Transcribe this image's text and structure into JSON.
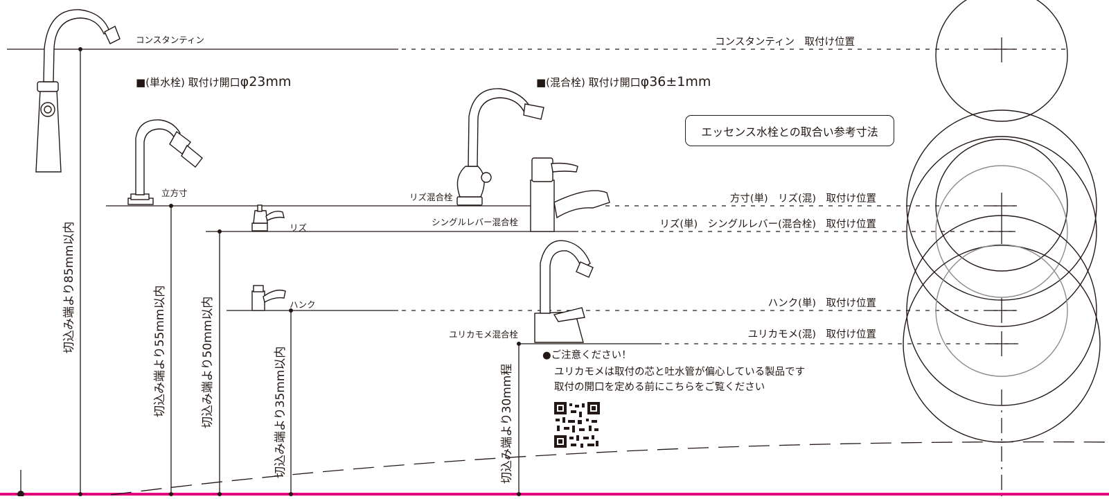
{
  "diagram": {
    "ref_title": "エッセンス水栓との取合い参考寸法",
    "single_header": "■(単水栓) 取付け開口",
    "single_size": "φ23mm",
    "mixer_header": "■(混合栓) 取付け開口",
    "mixer_size": "φ36±1mm",
    "faucets": {
      "constantin": "コンスタンティン",
      "tatehousun": "立方寸",
      "riz": "リズ",
      "hank": "ハンク",
      "riz_mixer": "リズ混合栓",
      "single_lever": "シングルレバー混合栓",
      "yurikamome_mixer": "ユリカモメ混合栓"
    },
    "positions": {
      "constantin": "コンスタンティン　取付け位置",
      "houshun_riz": "方寸(単)　リズ(混)　取付け位置",
      "riz_single": "リズ(単)　シングルレバー(混合栓)　取付け位置",
      "hank": "ハンク(単)　取付け位置",
      "yurikamome": "ユリカモメ(混)　取付け位置"
    },
    "dimensions": {
      "d85": "切込み端より85mm以内",
      "d55": "切込み端より55mm以内",
      "d50": "切込み端より50mm以内",
      "d35": "切込み端より35mm以内",
      "d30": "切込み端より30mm程"
    },
    "notice": {
      "title": "●ご注意ください！",
      "line1": "ユリカモメは取付の芯と吐水管が偏心している製品です",
      "line2": "取付の開口を定める前にこちらをご覧ください"
    },
    "colors": {
      "line": "#231815",
      "counter_edge": "#e4007f",
      "gray_circle": "#8c8c8c"
    }
  }
}
